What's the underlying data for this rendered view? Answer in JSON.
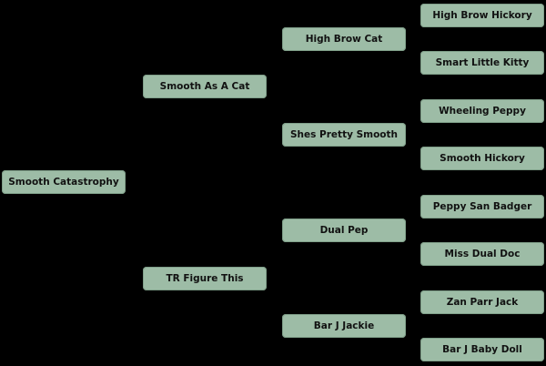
{
  "pedigree": {
    "subject": "Smooth Catastrophy",
    "sire": "Smooth As A Cat",
    "dam": "TR Figure This",
    "sire_sire": "High Brow Cat",
    "sire_dam": "Shes Pretty Smooth",
    "dam_sire": "Dual Pep",
    "dam_dam": "Bar J Jackie",
    "sire_sire_sire": "High Brow Hickory",
    "sire_sire_dam": "Smart Little Kitty",
    "sire_dam_sire": "Wheeling Peppy",
    "sire_dam_dam": "Smooth Hickory",
    "dam_sire_sire": "Peppy San Badger",
    "dam_sire_dam": "Miss Dual Doc",
    "dam_dam_sire": "Zan Parr Jack",
    "dam_dam_dam": "Bar J Baby Doll"
  },
  "colors": {
    "background": "#000000",
    "node_fill": "#9dbca6",
    "node_text": "#111111"
  }
}
